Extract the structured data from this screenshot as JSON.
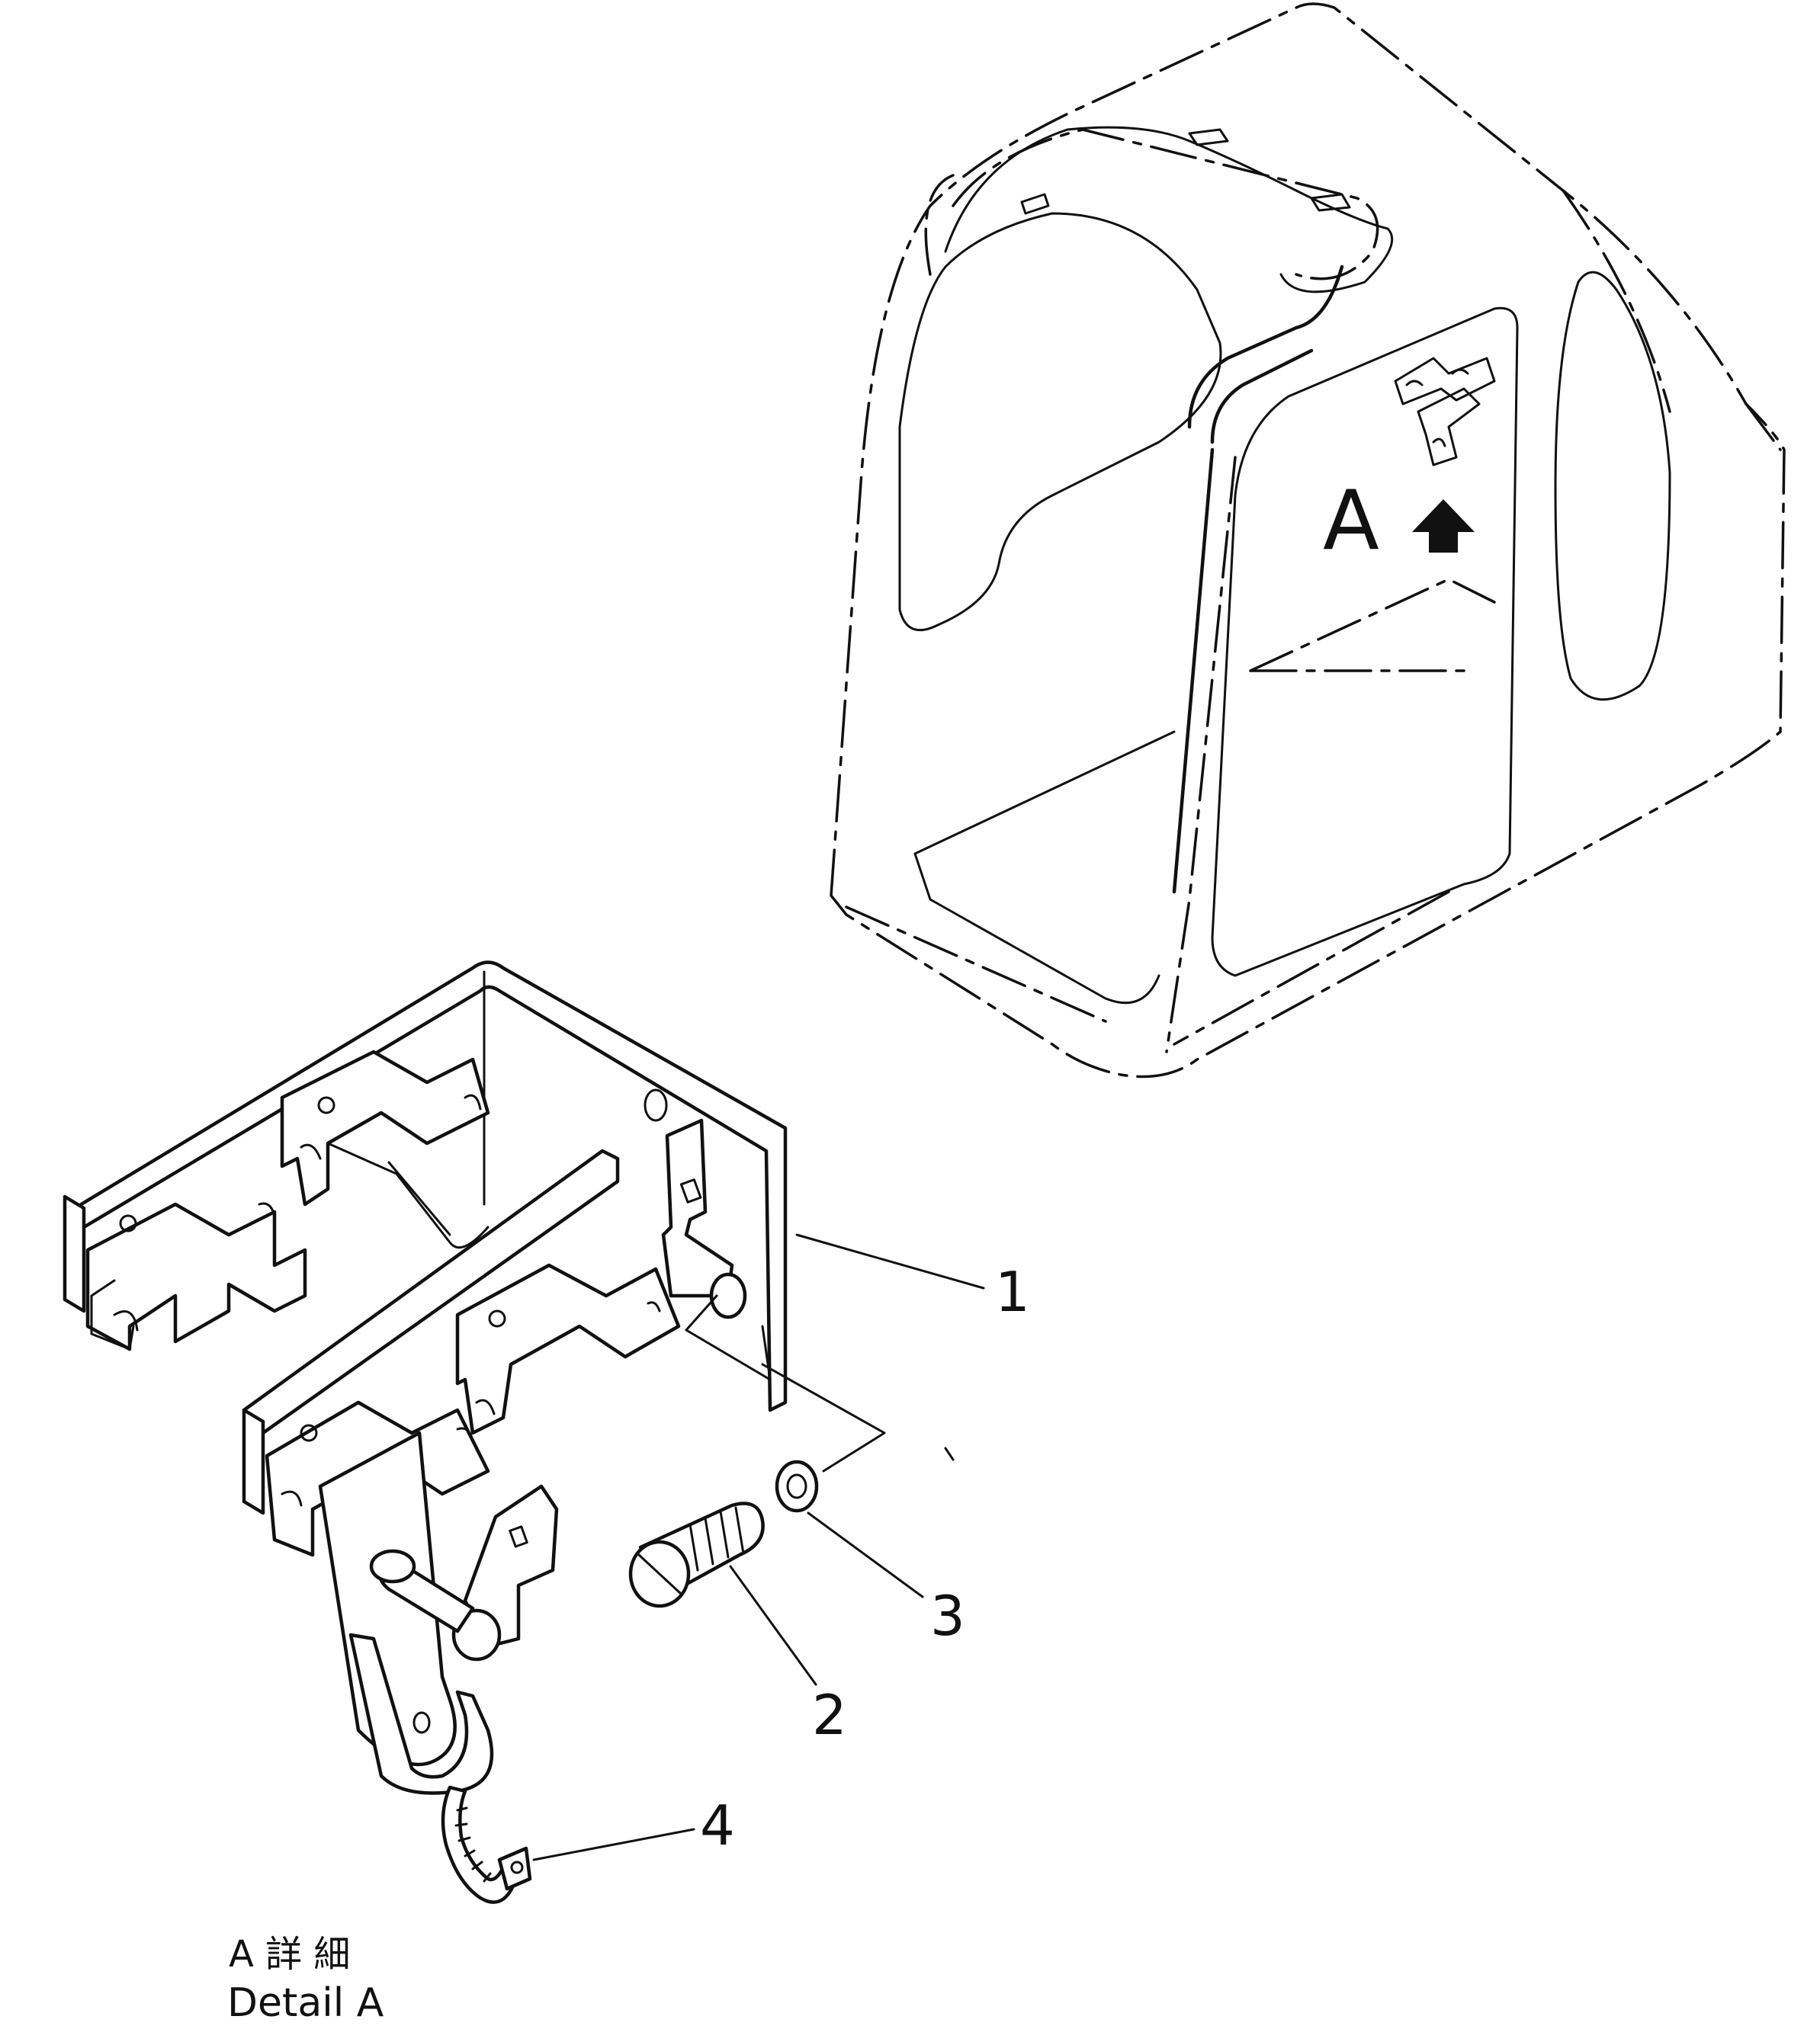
{
  "view_label": "A",
  "parts": [
    {
      "number": "1"
    },
    {
      "number": "2"
    },
    {
      "number": "3"
    },
    {
      "number": "4"
    }
  ],
  "caption": {
    "line1": "A 詳 細",
    "line2": "Detail A"
  },
  "icons": [
    "arrow-up-icon"
  ]
}
